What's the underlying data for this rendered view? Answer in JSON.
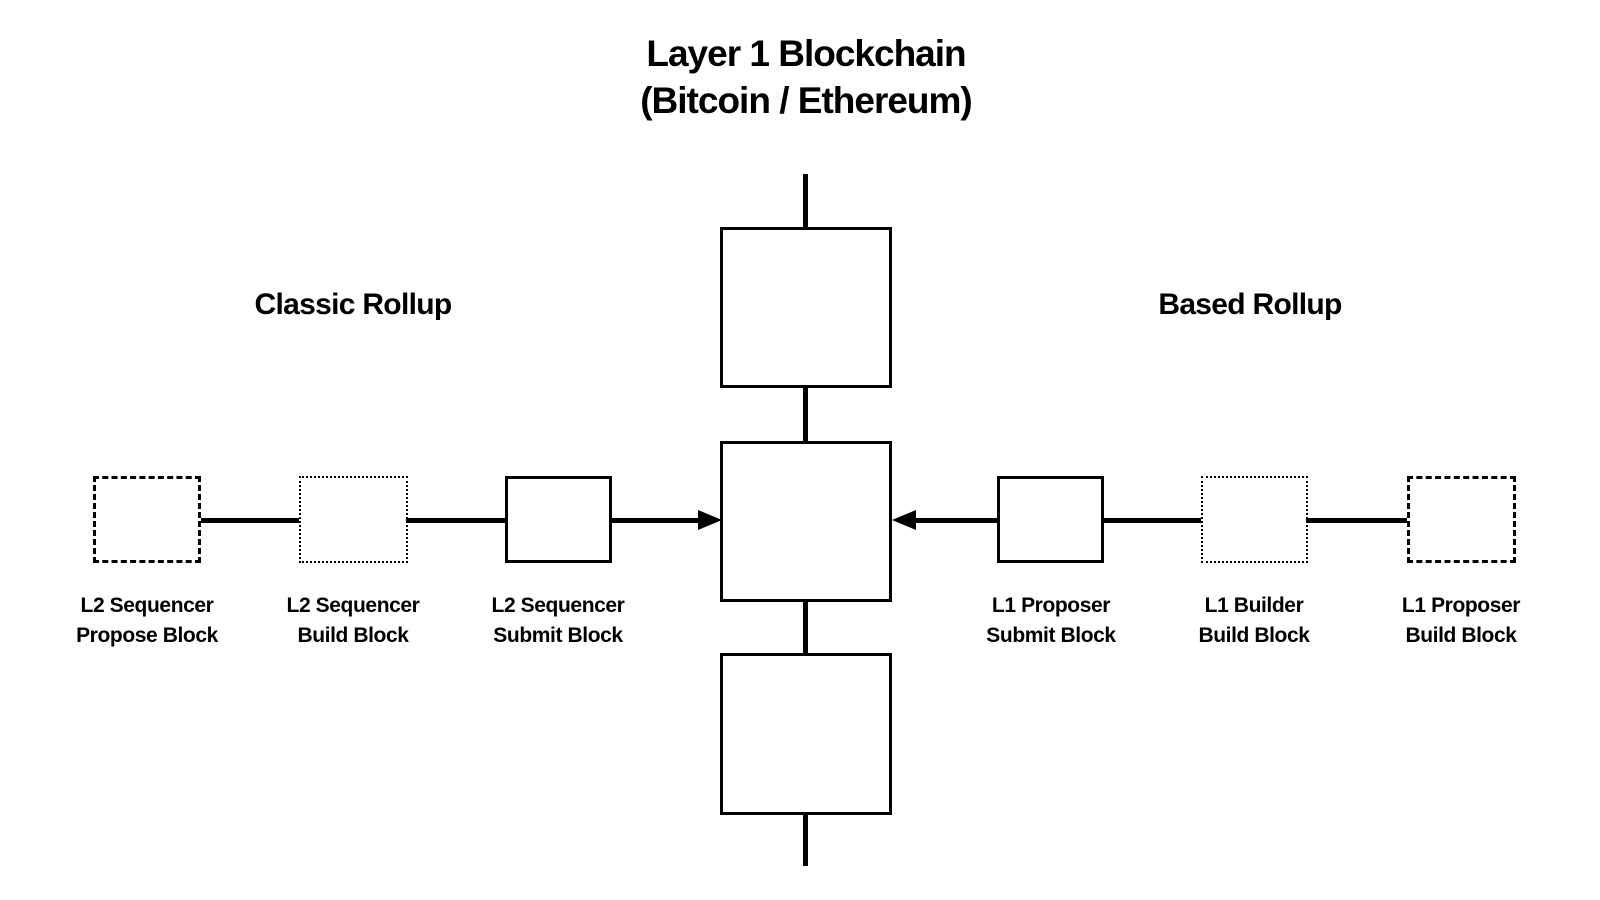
{
  "colors": {
    "ink": "#000000",
    "background": "#ffffff"
  },
  "title": {
    "line1": "Layer 1 Blockchain",
    "line2": "(Bitcoin / Ethereum)"
  },
  "l1_chain": {
    "block_count": 3
  },
  "chains": {
    "classic": {
      "heading": "Classic Rollup",
      "arrow_direction": "right",
      "nodes": [
        {
          "label_line1": "L2 Sequencer",
          "label_line2": "Propose Block",
          "border_style": "dashed"
        },
        {
          "label_line1": "L2 Sequencer",
          "label_line2": "Build Block",
          "border_style": "dotted"
        },
        {
          "label_line1": "L2 Sequencer",
          "label_line2": "Submit Block",
          "border_style": "solid"
        }
      ]
    },
    "based": {
      "heading": "Based Rollup",
      "arrow_direction": "left",
      "nodes": [
        {
          "label_line1": "L1 Proposer",
          "label_line2": "Submit Block",
          "border_style": "solid"
        },
        {
          "label_line1": "L1 Builder",
          "label_line2": "Build Block",
          "border_style": "dotted"
        },
        {
          "label_line1": "L1 Proposer",
          "label_line2": "Build Block",
          "border_style": "dashed"
        }
      ]
    }
  }
}
